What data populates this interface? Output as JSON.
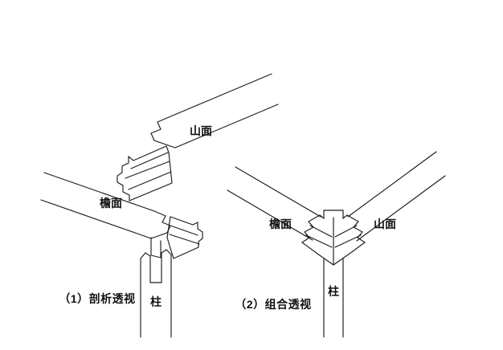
{
  "colors": {
    "background": "#ffffff",
    "line": "#1c1c1c",
    "text": "#111111"
  },
  "figure": {
    "left_view": {
      "caption": "（1）剖析透视",
      "labels": {
        "gable_side": "山面",
        "eave_side": "檐面",
        "column": "柱"
      }
    },
    "right_view": {
      "caption": "（2）组合透视",
      "labels": {
        "eave_side": "檐面",
        "gable_side": "山面",
        "column": "柱"
      }
    }
  }
}
